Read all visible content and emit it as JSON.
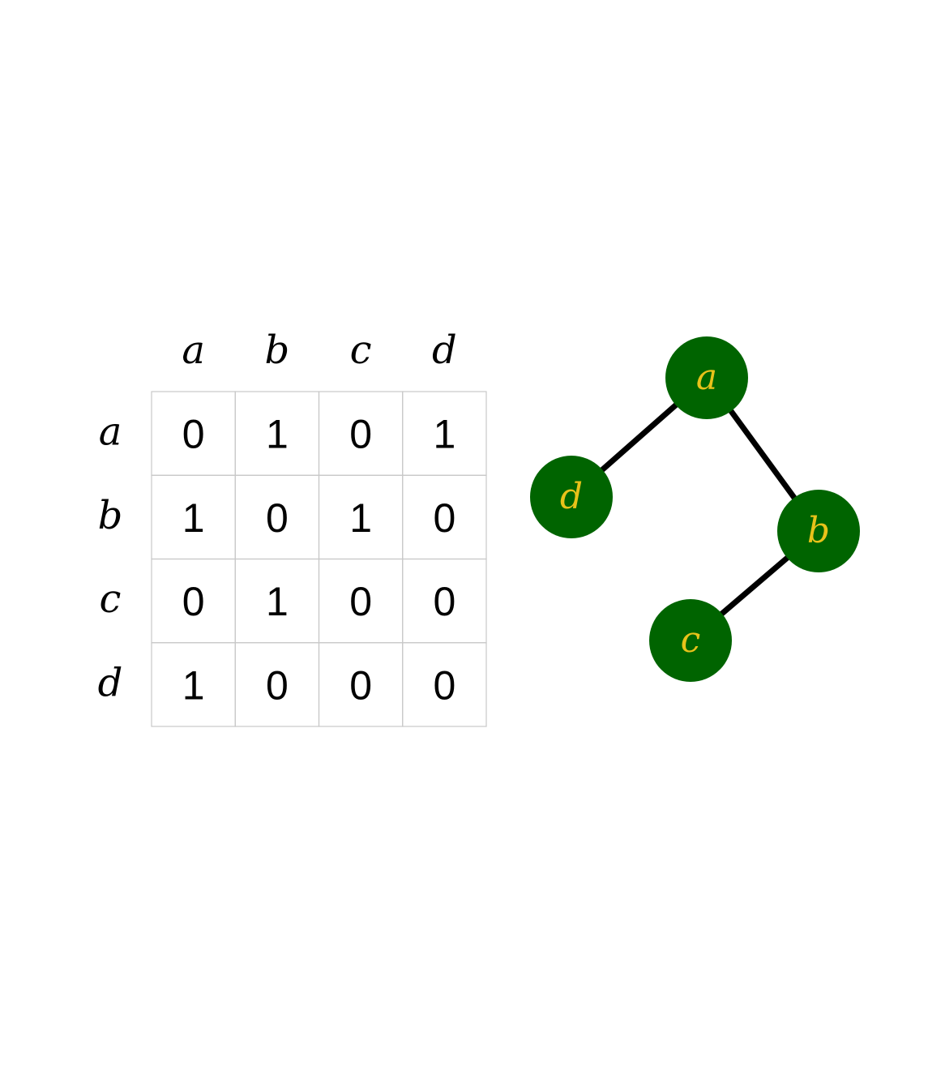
{
  "matrix": {
    "column_headers": [
      "a",
      "b",
      "c",
      "d"
    ],
    "row_headers": [
      "a",
      "b",
      "c",
      "d"
    ],
    "values": [
      [
        "0",
        "1",
        "0",
        "1"
      ],
      [
        "1",
        "0",
        "1",
        "0"
      ],
      [
        "0",
        "1",
        "0",
        "0"
      ],
      [
        "1",
        "0",
        "0",
        "0"
      ]
    ]
  },
  "graph": {
    "nodes": [
      {
        "id": "a",
        "label": "a"
      },
      {
        "id": "d",
        "label": "d"
      },
      {
        "id": "b",
        "label": "b"
      },
      {
        "id": "c",
        "label": "c"
      }
    ],
    "edges": [
      {
        "from": "a",
        "to": "d"
      },
      {
        "from": "a",
        "to": "b"
      },
      {
        "from": "b",
        "to": "c"
      }
    ]
  },
  "colors": {
    "node_fill": "#006400",
    "node_label": "#e8c21a",
    "edge": "#000000",
    "grid": "#c8c8c8",
    "text": "#000000"
  }
}
